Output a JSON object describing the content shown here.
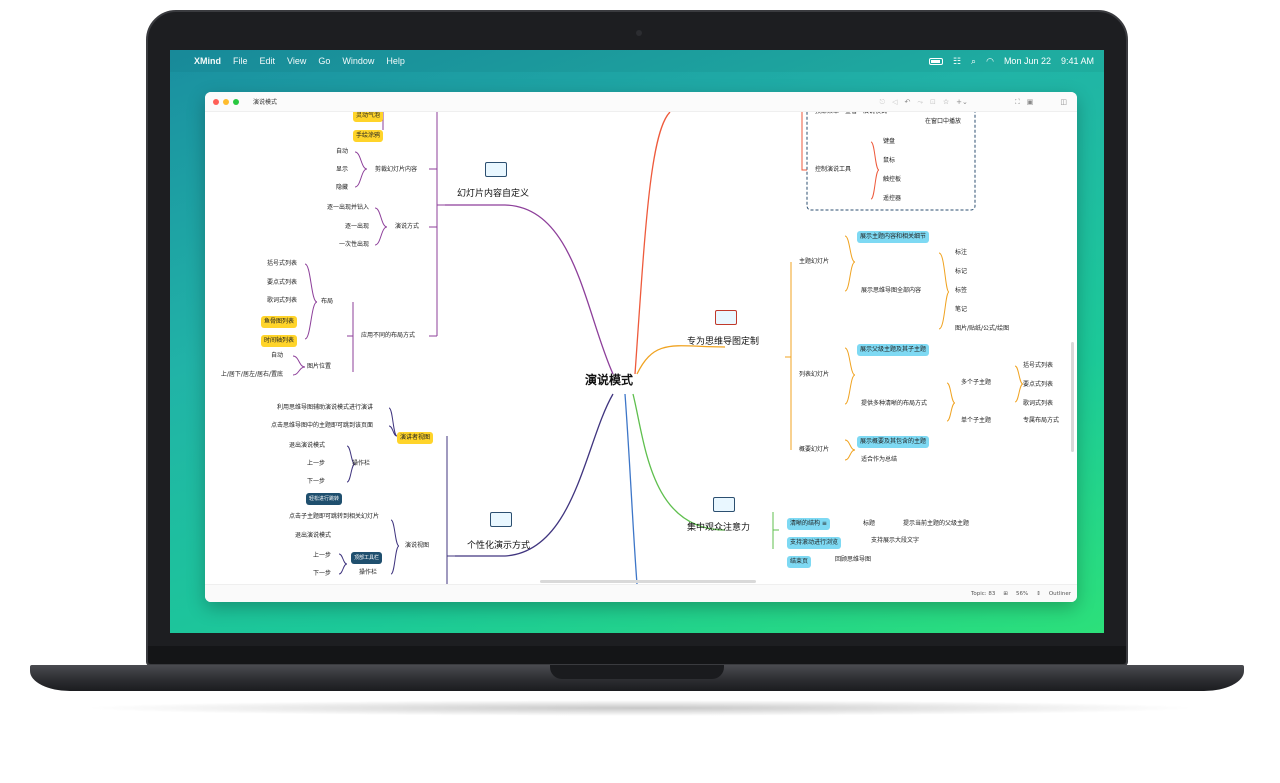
{
  "menubar": {
    "apple": "",
    "app": "XMind",
    "menus": [
      "File",
      "Edit",
      "View",
      "Go",
      "Window",
      "Help"
    ],
    "date": "Mon Jun 22",
    "time": "9:41 AM"
  },
  "window": {
    "title": "演说模式",
    "toolbar": [
      "⎋",
      "◁",
      "↶",
      "⤳",
      "⊡",
      "☆",
      "+⌄",
      "⛶",
      "▣",
      "◫"
    ]
  },
  "status": {
    "topics": "Topic: 83",
    "zoom": "56%",
    "outliner": "Outliner"
  },
  "mindmap": {
    "central": "演说模式",
    "branch_slides": {
      "label": "幻灯片内容自定义",
      "top_tags": [
        "灵动气泡",
        "手绘涂鸦"
      ],
      "cut_group": {
        "label": "剪裁幻灯片内容",
        "items": [
          "自动",
          "显示",
          "隐藏"
        ]
      },
      "present_group": {
        "label": "演说方式",
        "items": [
          "逐一出现并钻入",
          "逐一出现",
          "一次性出现"
        ]
      },
      "layout_group": {
        "label": "应用不同的布局方式",
        "layout": {
          "label": "布局",
          "items": [
            "括号式列表",
            "要点式列表",
            "歌词式列表",
            "鱼骨图列表",
            "时间轴列表"
          ]
        },
        "image": {
          "label": "图片位置",
          "items": [
            "自动",
            "上/居下/居左/居右/置底"
          ]
        }
      }
    },
    "branch_personal": {
      "label": "个性化演示方式",
      "presenter": {
        "label": "演讲者视图",
        "items": [
          "利用思维导图辅助演说模式进行演讲",
          "点击思维导图中的主题即可跳到该页面"
        ]
      },
      "ops1": {
        "label": "操作栏",
        "items": [
          "退出演说模式",
          "上一步",
          "下一步"
        ]
      },
      "callout1": "轻松进行跳转",
      "present_view": {
        "label": "演说视图",
        "items": [
          "点击子主题即可跳转到相关幻灯片",
          "退出演说模式",
          "上一步",
          "下一步"
        ]
      },
      "callout2": "顶部工具栏",
      "ops2": "操作栏"
    },
    "branch_custom": {
      "label": "专为思维导图定制",
      "top_box": {
        "menu": "顶部菜单 - 查看 - 演说模式",
        "window": "在窗口中播放",
        "tools": "控制演说工具",
        "tool_items": [
          "键盘",
          "鼠标",
          "触控板",
          "遥控器"
        ]
      },
      "theme": {
        "label": "主题幻灯片",
        "tag": "展示主题内容和相关细节",
        "detail": "展示思维导图全部内容",
        "items": [
          "标注",
          "标记",
          "标签",
          "笔记",
          "图片/贴纸/公式/绘图"
        ]
      },
      "list": {
        "label": "列表幻灯片",
        "tag": "展示父级主题及其子主题",
        "provide": "提供多种清晰的布局方式",
        "multi": "多个子主题",
        "multi_items": [
          "括号式列表",
          "要点式列表",
          "歌词式列表"
        ],
        "single": "单个子主题",
        "single_item": "专属布局方式"
      },
      "summary": {
        "label": "概要幻灯片",
        "tag": "展示概要及其包含的主题",
        "note": "适合作为总结"
      }
    },
    "branch_focus": {
      "label": "集中观众注意力",
      "clear": "清晰的结构",
      "title_label": "标题",
      "title_note": "提示当前主题的父级主题",
      "scroll": "支持滚动进行浏览",
      "scroll_note": "支持展示大段文字",
      "end": "结束页",
      "end_note": "回顾思维导图"
    }
  }
}
